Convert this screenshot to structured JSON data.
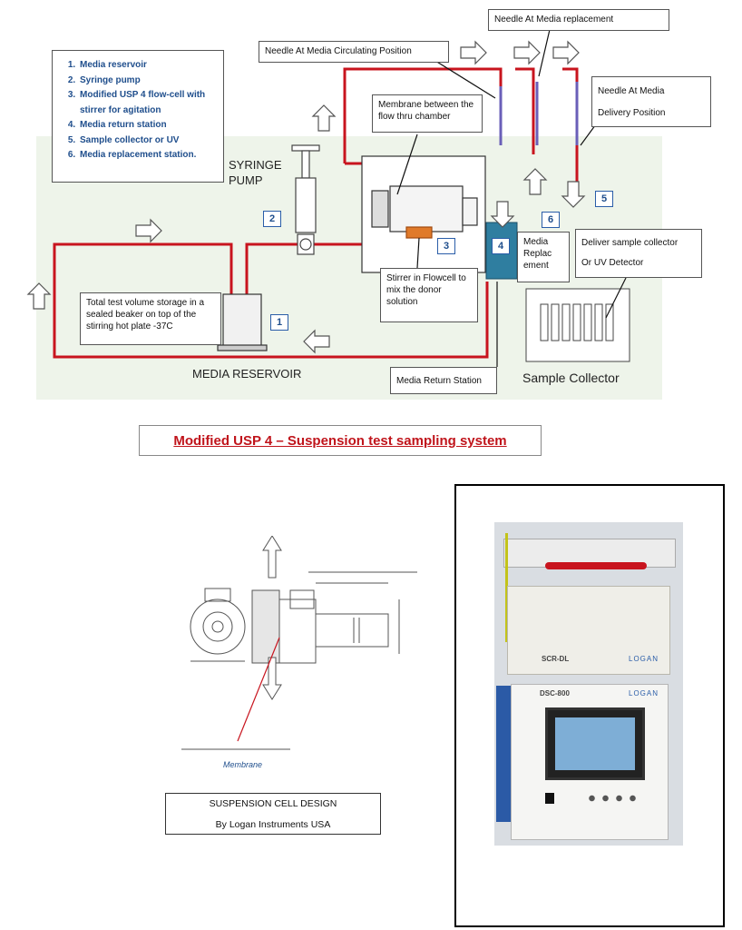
{
  "legend": {
    "items": [
      "Media reservoir",
      "Syringe pump",
      "Modified USP 4 flow-cell with stirrer for agitation",
      "Media return station",
      "Sample collector or UV",
      "Media replacement station."
    ]
  },
  "callouts": {
    "needle_replacement": "Needle At Media replacement",
    "needle_circulating": "Needle At Media Circulating Position",
    "needle_delivery_line1": "Needle At Media",
    "needle_delivery_line2": "Delivery Position",
    "membrane_between": "Membrane between the flow thru chamber",
    "stirrer": "Stirrer in Flowcell to mix the donor solution",
    "total_volume": "Total test volume storage in a sealed beaker on top of the stirring hot plate -37C",
    "media_replacement_box": "Media Replac ement",
    "deliver_line1": "Deliver sample collector",
    "deliver_line2": "Or UV Detector",
    "media_return": "Media Return Station"
  },
  "labels": {
    "syringe_pump_1": "SYRINGE",
    "syringe_pump_2": "PUMP",
    "media_reservoir": "MEDIA RESERVOIR",
    "sample_collector": "Sample Collector"
  },
  "numbers": {
    "n1": "1",
    "n2": "2",
    "n3": "3",
    "n4": "4",
    "n5": "5",
    "n6": "6"
  },
  "caption": "Modified USP 4 – Suspension test sampling system",
  "cell_design": {
    "membrane_label": "Membrane",
    "credit_line1": "SUSPENSION CELL DESIGN",
    "credit_line2": "By Logan Instruments USA"
  },
  "photo": {
    "top_unit_label": "SCR-DL",
    "top_brand": "LOGAN",
    "bottom_unit_label": "DSC-800",
    "bottom_brand": "LOGAN"
  },
  "colors": {
    "tubing": "#c8141e",
    "legend_text": "#1f4e8c",
    "background_tint": "#eef4ea",
    "caption_text": "#c0141b",
    "return_station": "#2f7ea0"
  }
}
